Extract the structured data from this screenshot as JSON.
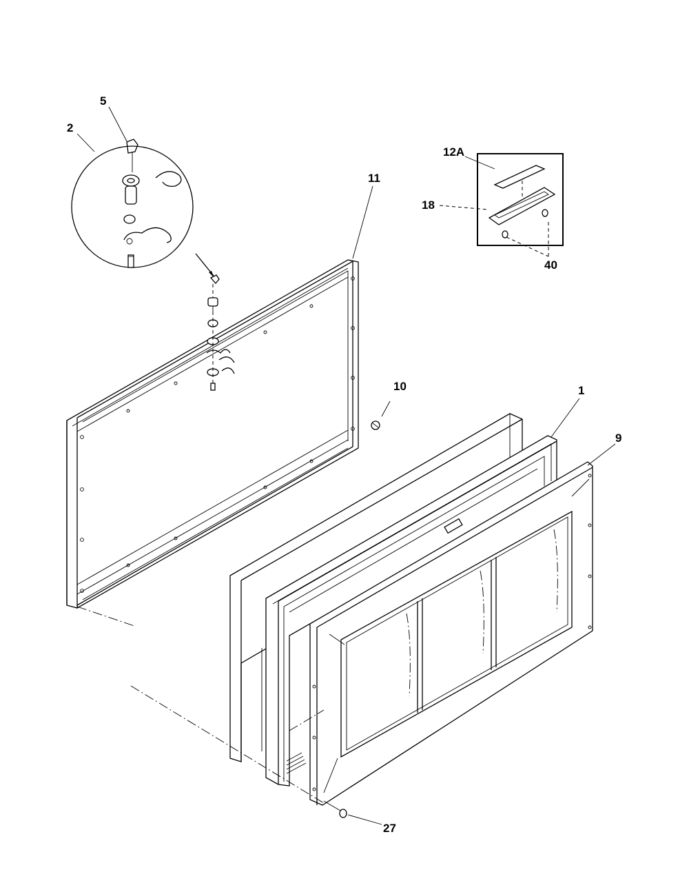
{
  "labels": {
    "p1": "1",
    "p2": "2",
    "p5": "5",
    "p9": "9",
    "p10": "10",
    "p11": "11",
    "p12a": "12A",
    "p18": "18",
    "p27": "27",
    "p40": "40"
  }
}
